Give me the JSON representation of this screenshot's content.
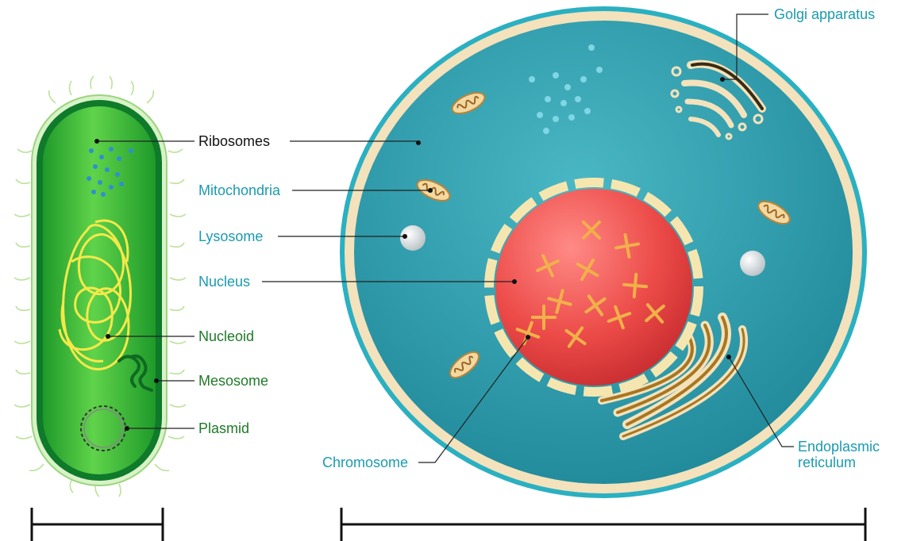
{
  "colors": {
    "label_black": "#111111",
    "label_teal": "#1a9bb0",
    "label_green": "#1f7a28",
    "bacterium_body": "#45c636",
    "bacterium_wall": "#0e7a2a",
    "cell_cytoplasm": "#2b96a6",
    "cell_membrane": "#f2e0b8",
    "nucleus": "#e84a48",
    "organelle_gold": "#e9b44c"
  },
  "labels": {
    "ribosomes": "Ribosomes",
    "mitochondria": "Mitochondria",
    "lysosome": "Lysosome",
    "nucleus": "Nucleus",
    "nucleoid": "Nucleoid",
    "mesosome": "Mesosome",
    "plasmid": "Plasmid",
    "chromosome": "Chromosome",
    "golgi": "Golgi apparatus",
    "er_line1": "Endoplasmic",
    "er_line2": "reticulum"
  },
  "icons": {
    "prokaryote": "bacterium-cell-icon",
    "eukaryote": "animal-cell-icon"
  }
}
